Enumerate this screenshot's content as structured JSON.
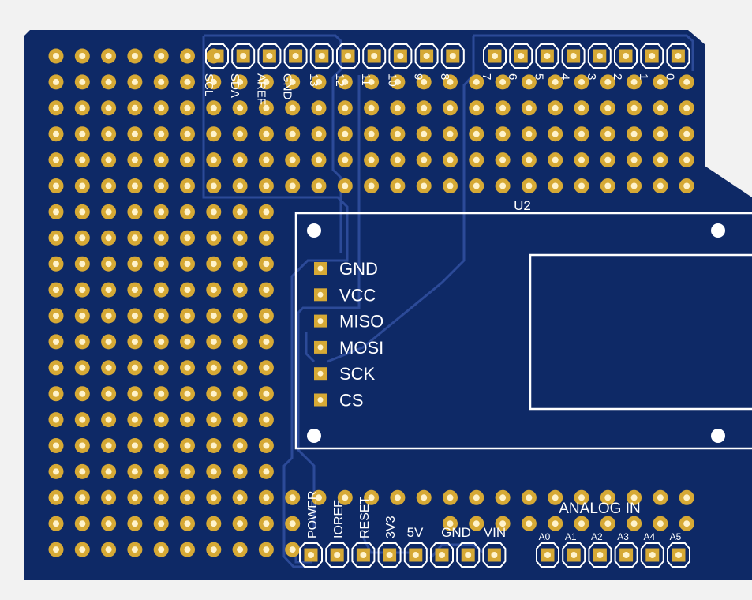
{
  "colors": {
    "background": "#f2f2f2",
    "board": "#0e2966",
    "trace": "#2c4a98",
    "pad": "#d6a935",
    "hole": "#fff3cc",
    "silkscreen": "#ffffff",
    "mounting_hole": "#ffffff"
  },
  "component": {
    "ref": "U2"
  },
  "module_pins": [
    "GND",
    "VCC",
    "MISO",
    "MOSI",
    "SCK",
    "CS"
  ],
  "top_header_a": [
    "SCL",
    "SDA",
    "AREF",
    "GND",
    "13",
    "12",
    "11",
    "10",
    "9",
    "8"
  ],
  "top_header_b": [
    "7",
    "6",
    "5",
    "4",
    "3",
    "2",
    "1",
    "0"
  ],
  "power_labels": [
    "POWER",
    "IOREF",
    "RESET",
    "3V3",
    "5V",
    "GND",
    "VIN"
  ],
  "analog_title": "ANALOG IN",
  "analog_pins": [
    "A0",
    "A1",
    "A2",
    "A3",
    "A4",
    "A5"
  ]
}
